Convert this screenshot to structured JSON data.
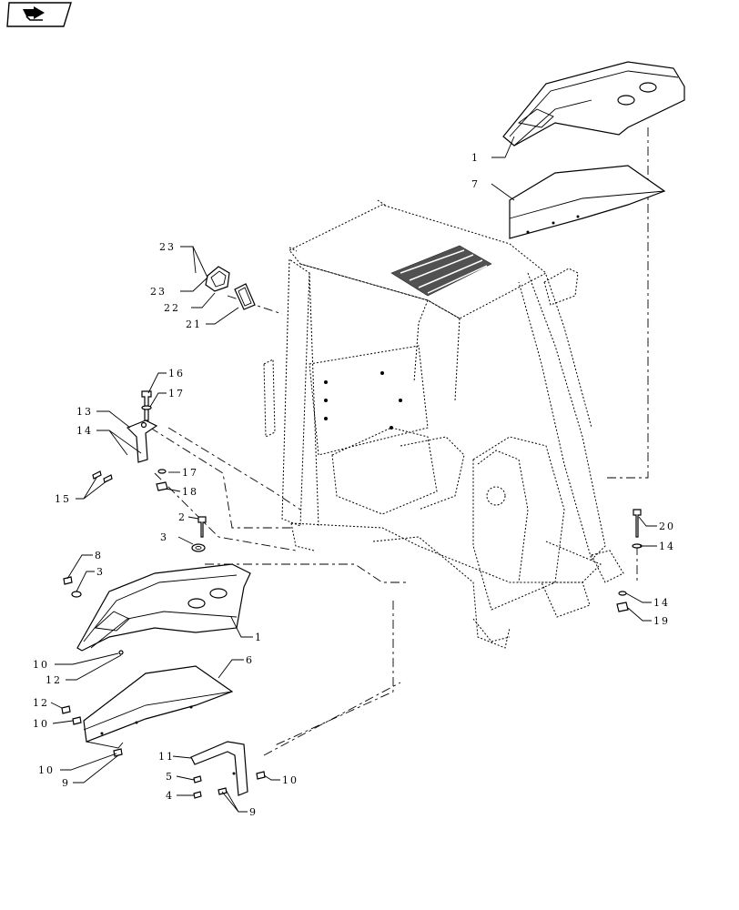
{
  "navigation": {
    "icon": "next-page-arrow-icon"
  },
  "callouts": [
    {
      "id": "c1a",
      "text": "1"
    },
    {
      "id": "c7",
      "text": "7"
    },
    {
      "id": "c23a",
      "text": "23"
    },
    {
      "id": "c23b",
      "text": "23"
    },
    {
      "id": "c22",
      "text": "22"
    },
    {
      "id": "c21",
      "text": "21"
    },
    {
      "id": "c16",
      "text": "16"
    },
    {
      "id": "c17a",
      "text": "17"
    },
    {
      "id": "c13",
      "text": "13"
    },
    {
      "id": "c14a",
      "text": "14"
    },
    {
      "id": "c17b",
      "text": "17"
    },
    {
      "id": "c15",
      "text": "15"
    },
    {
      "id": "c18",
      "text": "18"
    },
    {
      "id": "c2",
      "text": "2"
    },
    {
      "id": "c3a",
      "text": "3"
    },
    {
      "id": "c8",
      "text": "8"
    },
    {
      "id": "c3b",
      "text": "3"
    },
    {
      "id": "c1b",
      "text": "1"
    },
    {
      "id": "c10a",
      "text": "10"
    },
    {
      "id": "c12a",
      "text": "12"
    },
    {
      "id": "c6",
      "text": "6"
    },
    {
      "id": "c12b",
      "text": "12"
    },
    {
      "id": "c10b",
      "text": "10"
    },
    {
      "id": "c10c",
      "text": "10"
    },
    {
      "id": "c9a",
      "text": "9"
    },
    {
      "id": "c11",
      "text": "11"
    },
    {
      "id": "c5",
      "text": "5"
    },
    {
      "id": "c4",
      "text": "4"
    },
    {
      "id": "c9b",
      "text": "9"
    },
    {
      "id": "c10d",
      "text": "10"
    },
    {
      "id": "c20",
      "text": "20"
    },
    {
      "id": "c14b",
      "text": "14"
    },
    {
      "id": "c14c",
      "text": "14"
    },
    {
      "id": "c19",
      "text": "19"
    }
  ]
}
